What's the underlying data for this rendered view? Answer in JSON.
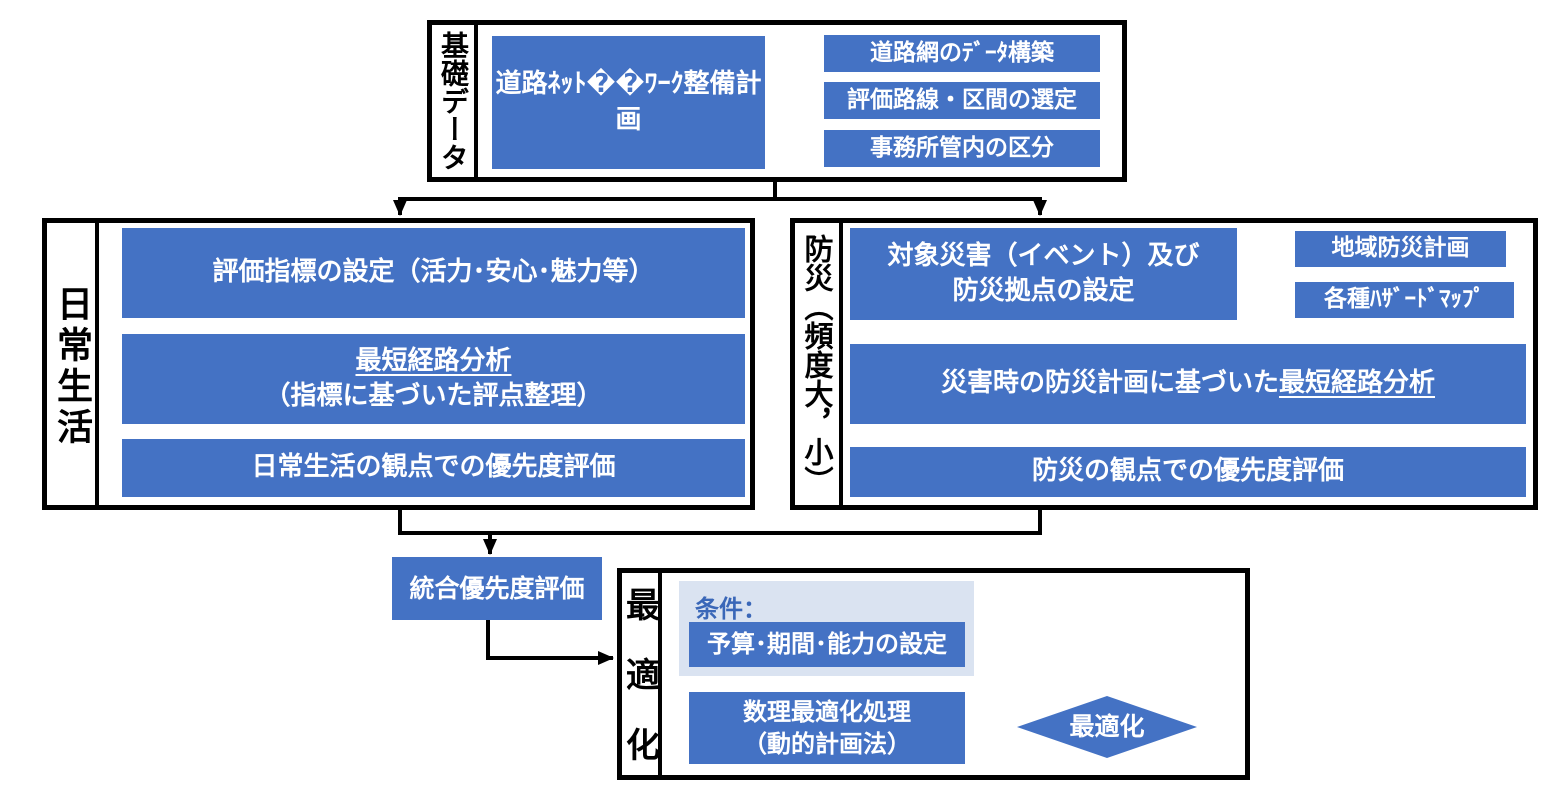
{
  "colors": {
    "box_blue": "#4472C4",
    "panel_light": "#DAE3F1",
    "condition_text_blue": "#3A67B8",
    "line_black": "#000000"
  },
  "sections": {
    "base_data": {
      "label": "基礎データ",
      "main_box": "道路ﾈｯﾄ��ﾜｰｸ整備計画",
      "inputs": [
        "道路網のﾃﾞｰﾀ構築",
        "評価路線・区間の選定",
        "事務所管内の区分"
      ]
    },
    "daily_life": {
      "label": "日常生活",
      "boxes": {
        "indicator": "評価指標の設定（活力･安心･魅力等）",
        "shortest_path_line1": "最短経路分析",
        "shortest_path_line2": "（指標に基づいた評点整理）",
        "priority": "日常生活の観点での優先度評価"
      }
    },
    "disaster": {
      "label": "防災（頻度大，小）",
      "target_line1": "対象災害（イベント）及び",
      "target_line2": "防災拠点の設定",
      "inputs": [
        "地域防災計画",
        "各種ﾊｻﾞｰﾄﾞﾏｯﾌﾟ"
      ],
      "analysis_pre": "災害時の防災計画に基づいた",
      "analysis_underline": "最短経路分析",
      "priority": "防災の観点での優先度評価"
    },
    "integrated": "統合優先度評価",
    "optimization": {
      "label": "最適化",
      "condition_label": "条件：",
      "condition_box": "予算･期間･能力の設定",
      "process_line1": "数理最適化処理",
      "process_line2": "（動的計画法）",
      "decision": "最適化"
    }
  }
}
